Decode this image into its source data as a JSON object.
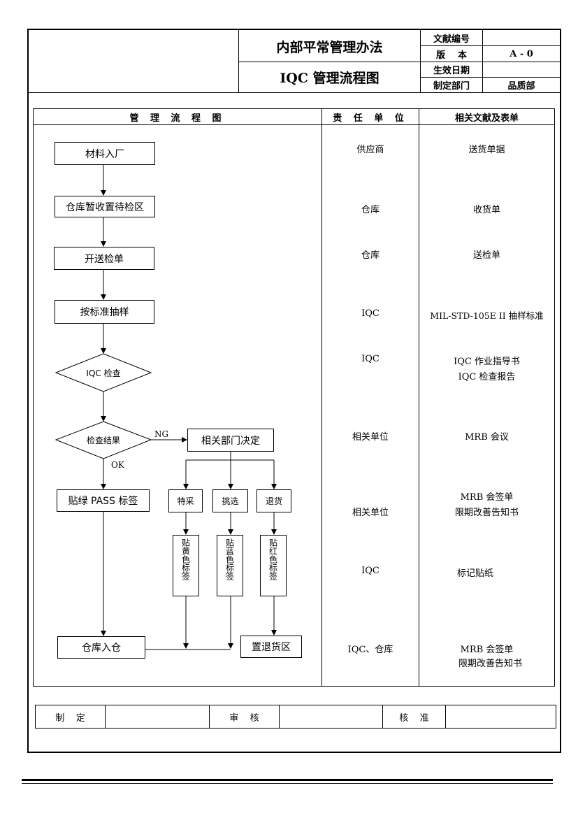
{
  "header": {
    "doc_title": "内部平常管理办法",
    "chart_title": "IQC 管理流程图",
    "meta": [
      {
        "label": "文献编号",
        "value": ""
      },
      {
        "label": "版    本",
        "value": "A - 0"
      },
      {
        "label": "生效日期",
        "value": ""
      },
      {
        "label": "制定部门",
        "value": "品质部"
      }
    ]
  },
  "table": {
    "columns": [
      "管 理 流 程 图",
      "责 任 单 位",
      "相关文献及表单"
    ],
    "rows": [
      {
        "unit": "供应商",
        "doc": "送货单据"
      },
      {
        "unit": "仓库",
        "doc": "收货单"
      },
      {
        "unit": "仓库",
        "doc": "送检单"
      },
      {
        "unit": "IQC",
        "doc": "MIL-STD-105E II 抽样标准"
      },
      {
        "unit": "IQC",
        "doc": "IQC 作业指导书",
        "doc2": "IQC 检查报告"
      },
      {
        "unit": "相关单位",
        "doc": "MRB 会议"
      },
      {
        "unit": "相关单位",
        "doc": "MRB 会签单",
        "doc2": "限期改善告知书"
      },
      {
        "unit": "IQC",
        "doc": "标记贴纸"
      },
      {
        "unit": "IQC、仓库",
        "doc": "MRB 会签单",
        "doc2": "限期改善告知书"
      }
    ]
  },
  "flow": {
    "materials_in": "材料入厂",
    "warehouse_hold": "仓库暂收置待检区",
    "inspection_slip": "开送检单",
    "sampling": "按标准抽样",
    "iqc_check": "IQC 检查",
    "check_result": "检查结果",
    "ng_label": "NG",
    "ok_label": "OK",
    "dept_decide": "相关部门决定",
    "pass_label": "贴绿 PASS 标签",
    "special": "特采",
    "pick": "挑选",
    "return": "退货",
    "yellow_tag": "贴黄色标签",
    "blue_tag": "贴蓝色标签",
    "red_tag": "贴红色标签",
    "store_in": "仓库入仓",
    "return_area": "置退货区"
  },
  "footer": {
    "made": "制    定",
    "review": "审    核",
    "approve": "核    准"
  }
}
